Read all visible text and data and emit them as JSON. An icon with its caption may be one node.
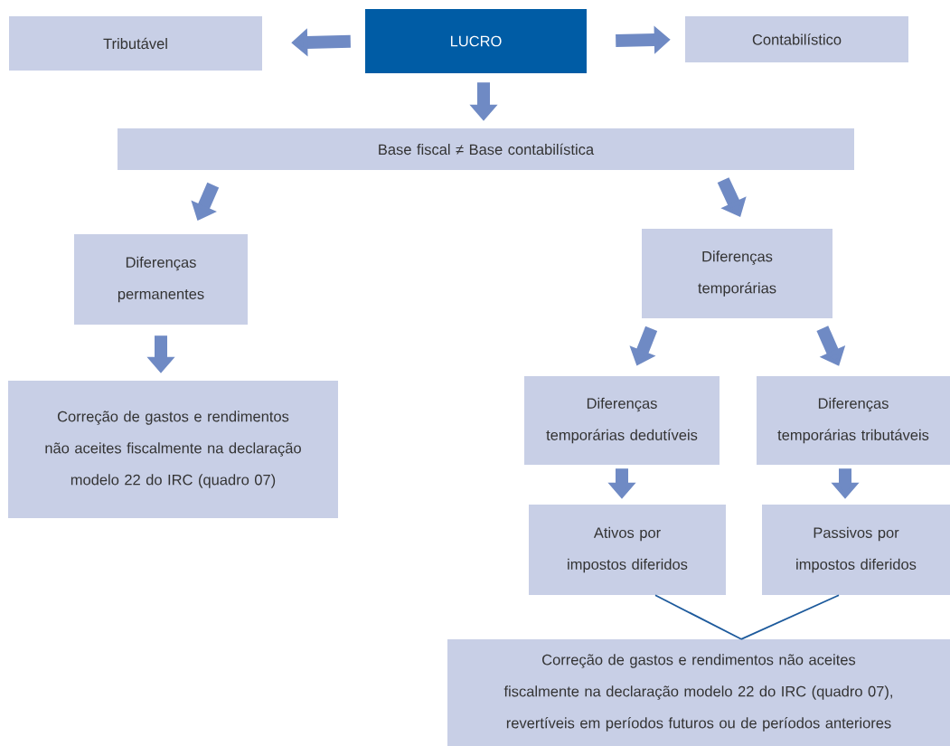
{
  "diagram": {
    "nodes": [
      {
        "text": [
          "Tributável"
        ]
      },
      {
        "text": [
          "LUCRO"
        ]
      },
      {
        "text": [
          "Contabilístico"
        ]
      },
      {
        "text": [
          "Base fiscal ≠ Base contabilística"
        ]
      },
      {
        "text": [
          "Diferenças permanentes"
        ]
      },
      {
        "text": [
          "Diferenças temporárias"
        ]
      },
      {
        "text": [
          "Correção de gastos e rendimentos não aceites fiscalmente na declaração modelo 22 do IRC (quadro 07)"
        ]
      },
      {
        "text": [
          "Diferenças temporárias dedutíveis"
        ]
      },
      {
        "text": [
          "Diferenças temporárias tributáveis"
        ]
      },
      {
        "text": [
          "Ativos por impostos diferidos"
        ]
      },
      {
        "text": [
          "Passivos por impostos diferidos"
        ]
      },
      {
        "text": [
          "Correção de gastos e rendimentos não aceites fiscalmente na declaração modelo 22 do IRC (quadro 07), revertíveis em períodos futuros ou de períodos anteriores"
        ]
      }
    ],
    "edges": [
      {
        "from": 1,
        "to": 0,
        "arrow": "to"
      },
      {
        "from": 1,
        "to": 2,
        "arrow": "to"
      },
      {
        "from": 1,
        "to": 3,
        "arrow": "to"
      },
      {
        "from": 3,
        "to": 4,
        "arrow": "to"
      },
      {
        "from": 3,
        "to": 5,
        "arrow": "to"
      },
      {
        "from": 4,
        "to": 6,
        "arrow": "to"
      },
      {
        "from": 5,
        "to": 7,
        "arrow": "to"
      },
      {
        "from": 5,
        "to": 8,
        "arrow": "to"
      },
      {
        "from": 7,
        "to": 9,
        "arrow": "to"
      },
      {
        "from": 8,
        "to": 10,
        "arrow": "to"
      },
      {
        "from": 9,
        "to": 11,
        "arrow": "none",
        "color": "#1d5a9c"
      },
      {
        "from": 10,
        "to": 11,
        "arrow": "none",
        "color": "#1d5a9c"
      }
    ]
  }
}
